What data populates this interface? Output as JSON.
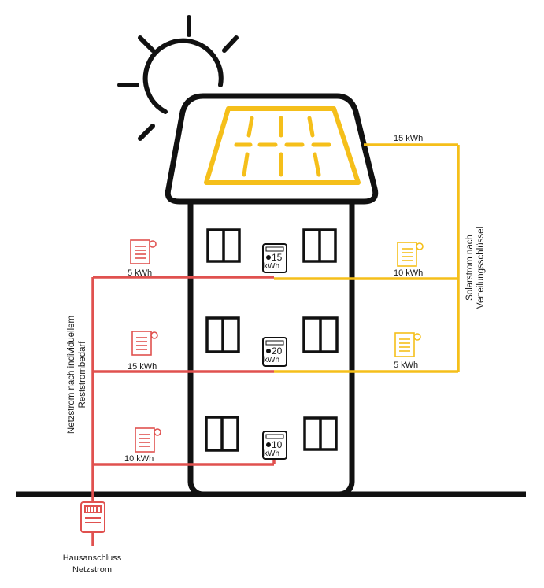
{
  "colors": {
    "grid": "#e0514f",
    "solar": "#f5bf1a",
    "building": "#111111",
    "background": "#ffffff"
  },
  "icons": {
    "sun": "sun-icon",
    "solar_panel": "solar-panel-icon",
    "invoice": "invoice-icon",
    "meter": "electricity-meter-icon",
    "house_connection": "main-meter-icon"
  },
  "solar_top_label": "15 kWh",
  "solar_vertical_label": [
    "Solarstrom nach",
    "Verteilungsschlüssel"
  ],
  "grid_vertical_label": [
    "Netzstrom nach individuellem",
    "Reststrombedarf"
  ],
  "house_connection": {
    "line1": "Hausanschluss",
    "line2": "Netzstrom"
  },
  "floors": [
    {
      "grid_label": "5 kWh",
      "meter_value": "15",
      "meter_unit": "kWh",
      "solar_label": "10 kWh"
    },
    {
      "grid_label": "15 kWh",
      "meter_value": "20",
      "meter_unit": "kWh",
      "solar_label": "5 kWh"
    },
    {
      "grid_label": "10 kWh",
      "meter_value": "10",
      "meter_unit": "kWh",
      "solar_label": ""
    }
  ]
}
